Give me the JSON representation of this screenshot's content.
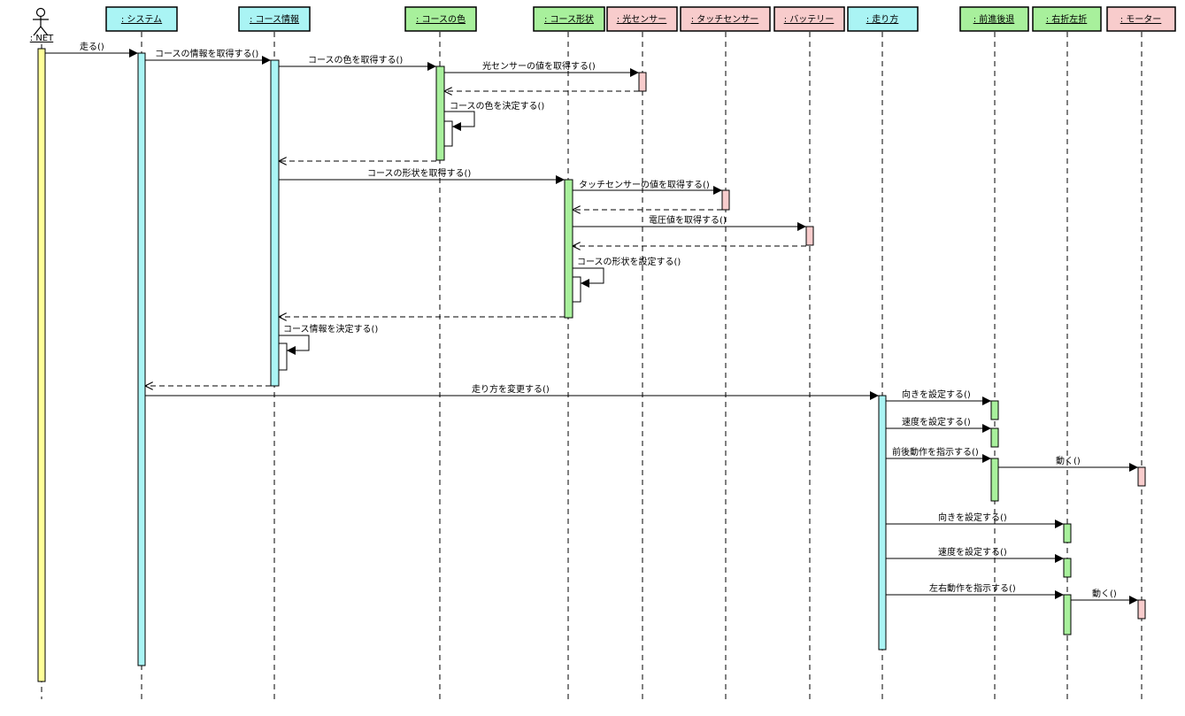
{
  "actor": {
    "label": ": NET",
    "icon": "stick-figure-icon"
  },
  "colors": {
    "blue": "#aaf4f4",
    "green": "#a8f09c",
    "pink": "#f8cccc",
    "yellow": "#ffff99",
    "line": "#000000"
  },
  "participants": [
    {
      "id": "system",
      "label": ": システム",
      "color": "blue"
    },
    {
      "id": "course_info",
      "label": ": コース情報",
      "color": "blue"
    },
    {
      "id": "course_color",
      "label": ": コースの色",
      "color": "green"
    },
    {
      "id": "course_shape",
      "label": ": コース形状",
      "color": "green"
    },
    {
      "id": "light_sensor",
      "label": ": 光センサー",
      "color": "pink"
    },
    {
      "id": "touch_sensor",
      "label": ": タッチセンサー",
      "color": "pink"
    },
    {
      "id": "battery",
      "label": ": バッテリー",
      "color": "pink"
    },
    {
      "id": "driving",
      "label": ": 走り方",
      "color": "blue"
    },
    {
      "id": "fwd_back",
      "label": ": 前進後退",
      "color": "green"
    },
    {
      "id": "turn",
      "label": ": 右折左折",
      "color": "green"
    },
    {
      "id": "motor",
      "label": ": モーター",
      "color": "pink"
    }
  ],
  "messages": [
    {
      "from": "actor",
      "to": "system",
      "label": "走る()",
      "type": "call"
    },
    {
      "from": "system",
      "to": "course_info",
      "label": "コースの情報を取得する()",
      "type": "call"
    },
    {
      "from": "course_info",
      "to": "course_color",
      "label": "コースの色を取得する()",
      "type": "call"
    },
    {
      "from": "course_color",
      "to": "light_sensor",
      "label": "光センサーの値を取得する()",
      "type": "call"
    },
    {
      "from": "light_sensor",
      "to": "course_color",
      "label": "",
      "type": "return"
    },
    {
      "from": "course_color",
      "to": "course_color",
      "label": "コースの色を決定する()",
      "type": "self"
    },
    {
      "from": "course_color",
      "to": "course_info",
      "label": "",
      "type": "return"
    },
    {
      "from": "course_info",
      "to": "course_shape",
      "label": "コースの形状を取得する()",
      "type": "call"
    },
    {
      "from": "course_shape",
      "to": "touch_sensor",
      "label": "タッチセンサーの値を取得する()",
      "type": "call"
    },
    {
      "from": "touch_sensor",
      "to": "course_shape",
      "label": "",
      "type": "return"
    },
    {
      "from": "course_shape",
      "to": "battery",
      "label": "電圧値を取得する()",
      "type": "call"
    },
    {
      "from": "battery",
      "to": "course_shape",
      "label": "",
      "type": "return"
    },
    {
      "from": "course_shape",
      "to": "course_shape",
      "label": "コースの形状を設定する()",
      "type": "self"
    },
    {
      "from": "course_shape",
      "to": "course_info",
      "label": "",
      "type": "return"
    },
    {
      "from": "course_info",
      "to": "course_info",
      "label": "コース情報を決定する()",
      "type": "self"
    },
    {
      "from": "course_info",
      "to": "system",
      "label": "",
      "type": "return"
    },
    {
      "from": "system",
      "to": "driving",
      "label": "走り方を変更する()",
      "type": "call"
    },
    {
      "from": "driving",
      "to": "fwd_back",
      "label": "向きを設定する()",
      "type": "call"
    },
    {
      "from": "driving",
      "to": "fwd_back",
      "label": "速度を設定する()",
      "type": "call"
    },
    {
      "from": "driving",
      "to": "fwd_back",
      "label": "前後動作を指示する()",
      "type": "call"
    },
    {
      "from": "fwd_back",
      "to": "motor",
      "label": "動く()",
      "type": "call"
    },
    {
      "from": "driving",
      "to": "turn",
      "label": "向きを設定する()",
      "type": "call"
    },
    {
      "from": "driving",
      "to": "turn",
      "label": "速度を設定する()",
      "type": "call"
    },
    {
      "from": "driving",
      "to": "turn",
      "label": "左右動作を指示する()",
      "type": "call"
    },
    {
      "from": "turn",
      "to": "motor",
      "label": "動く()",
      "type": "call"
    }
  ]
}
